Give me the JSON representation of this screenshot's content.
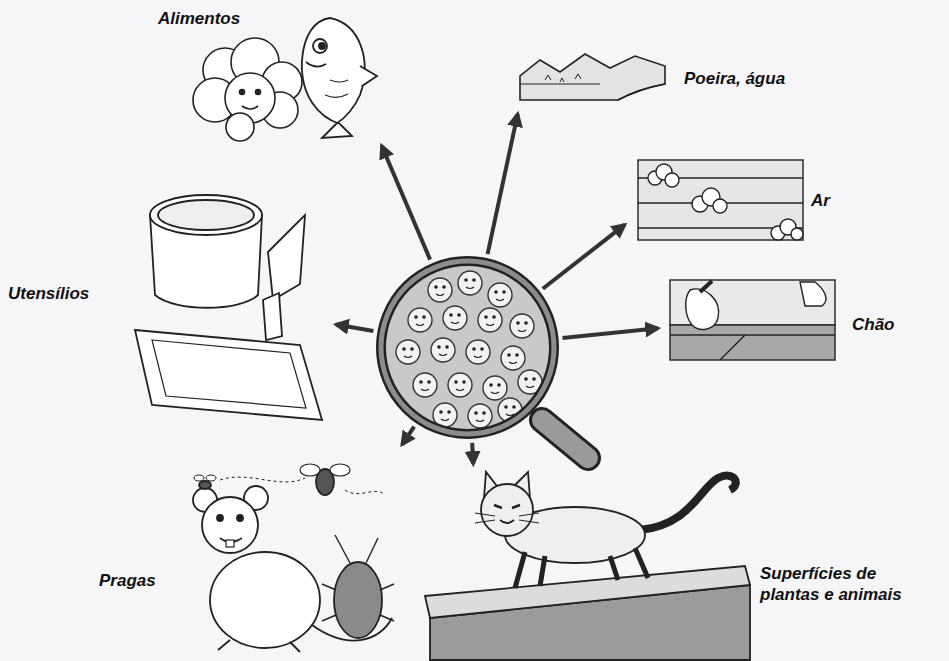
{
  "diagram": {
    "nodes": [
      {
        "text": []
      },
      {
        "text": [
          "Alimentos"
        ]
      },
      {
        "text": [
          "Poeira, água"
        ]
      },
      {
        "text": [
          "Ar"
        ]
      },
      {
        "text": [
          "Utensílios"
        ]
      },
      {
        "text": [
          "Chão"
        ]
      },
      {
        "text": [
          "Pragas"
        ]
      },
      {
        "text": [
          "Superfícies de plantas e animais"
        ]
      }
    ],
    "edges": [
      {
        "from": 0,
        "to": 1,
        "arrow": "to"
      },
      {
        "from": 0,
        "to": 2,
        "arrow": "to"
      },
      {
        "from": 0,
        "to": 3,
        "arrow": "to"
      },
      {
        "from": 0,
        "to": 4,
        "arrow": "to"
      },
      {
        "from": 0,
        "to": 5,
        "arrow": "to"
      },
      {
        "from": 0,
        "to": 6,
        "arrow": "to"
      },
      {
        "from": 0,
        "to": 7,
        "arrow": "to"
      }
    ]
  }
}
